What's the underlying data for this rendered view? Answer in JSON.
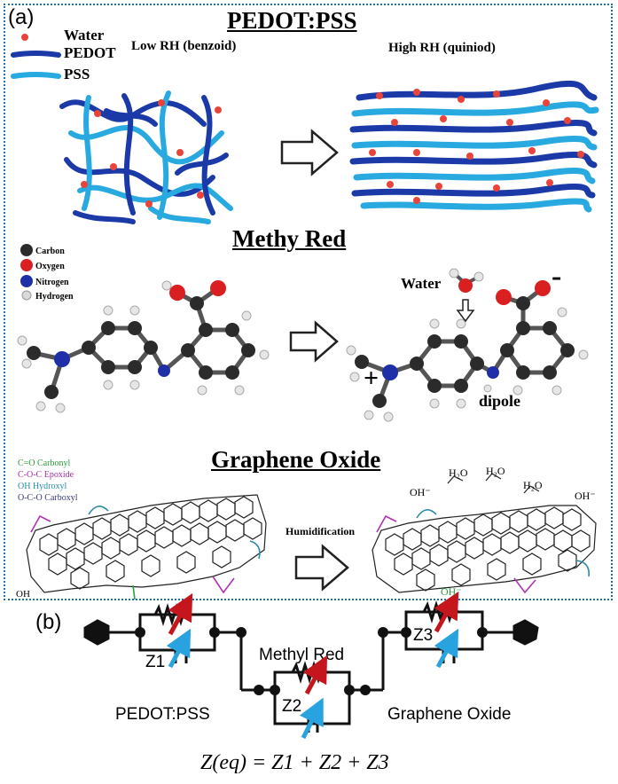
{
  "panel_a": {
    "tag": "(a)",
    "pedot": {
      "title": "PEDOT:PSS",
      "legend": {
        "water": "Water",
        "pedot": "PEDOT",
        "pss": "PSS"
      },
      "low_rh": "Low RH (benzoid)",
      "high_rh": "High RH (quiniod)"
    },
    "methyl_red": {
      "title": "Methy Red",
      "legend": {
        "carbon": "Carbon",
        "oxygen": "Oxygen",
        "nitrogen": "Nitrogen",
        "hydrogen": "Hydrogen"
      },
      "water": "Water",
      "plus": "+",
      "minus": "-",
      "dipole": "dipole"
    },
    "graphene_oxide": {
      "title": "Graphene Oxide",
      "legend": {
        "carbonyl": "C=O Carbonyl",
        "epoxide": "C-O-C Epoxide",
        "hydroxyl": "OH Hydroxyl",
        "carboxyl": "O-C-O Carboxyl"
      },
      "humidification": "Humidification",
      "oh_label": "OH",
      "oh_minus": "OH⁻",
      "h2o_label": "H₂O"
    }
  },
  "panel_b": {
    "tag": "(b)",
    "z1": "Z1",
    "z2": "Z2",
    "z3": "Z3",
    "pedot": "PEDOT:PSS",
    "methyl_red": "Methyl Red",
    "graphene_oxide": "Graphene Oxide",
    "equation": "Z(eq) = Z1 + Z2 + Z3"
  },
  "colors": {
    "water": "#e8443a",
    "pedot": "#1b3aa8",
    "pss": "#28a9e0",
    "carbon": "#2b2b2b",
    "oxygen": "#d91f1f",
    "nitrogen": "#1f2fa8",
    "hydrogen": "#d9d9d9",
    "carbonyl": "#2e9e3e",
    "epoxide": "#b02fb0",
    "hydroxyl": "#2a8ba8",
    "carboxyl": "#3a3a7a",
    "frame": "#1f6fb5",
    "red_arrow": "#c4161c",
    "blue_arrow": "#29a3e0"
  }
}
